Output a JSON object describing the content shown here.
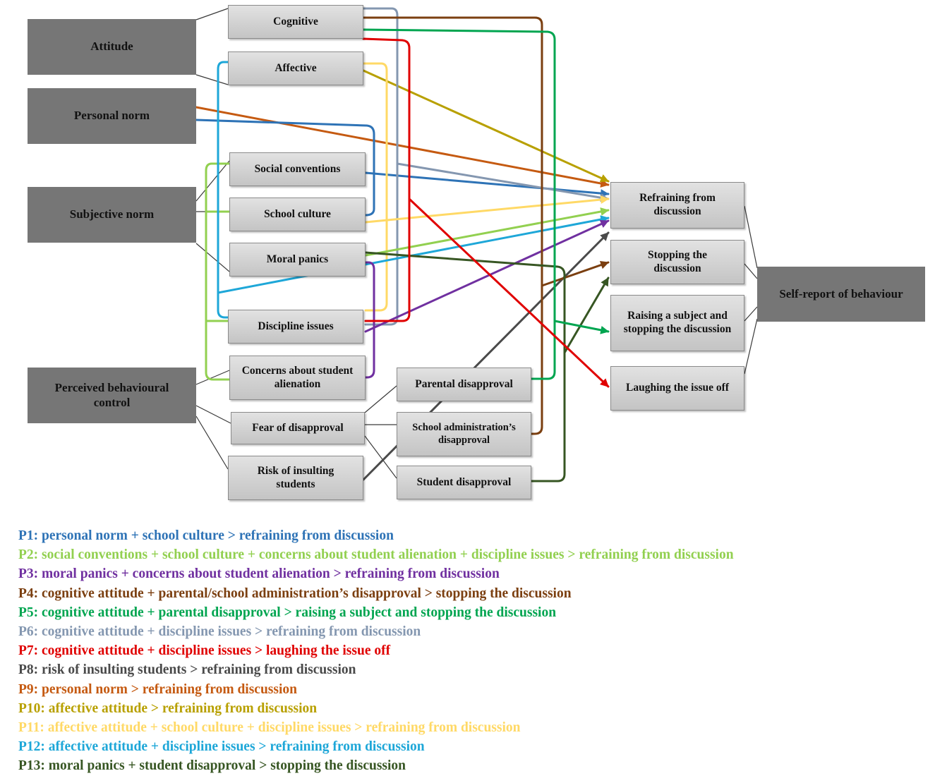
{
  "nodes": {
    "attitude": "Attitude",
    "personal_norm": "Personal norm",
    "subjective_norm": "Subjective norm",
    "perceived_behavioural_control": "Perceived behavioural control",
    "cognitive": "Cognitive",
    "affective": "Affective",
    "social_conventions": "Social conventions",
    "school_culture": "School culture",
    "moral_panics": "Moral panics",
    "discipline_issues": "Discipline issues",
    "concerns_student_alienation": "Concerns about student alienation",
    "fear_of_disapproval": "Fear of disapproval",
    "risk_of_insulting_students": "Risk of insulting students",
    "parental_disapproval": "Parental disapproval",
    "school_administration_disapproval": "School administration’s disapproval",
    "student_disapproval": "Student disapproval",
    "refraining_from_discussion": "Refraining from discussion",
    "stopping_the_discussion": "Stopping the discussion",
    "raising_subject_stopping": "Raising a subject and stopping the discussion",
    "laughing_issue_off": "Laughing the issue off",
    "self_report": "Self-report of behaviour"
  },
  "legend": [
    {
      "text": "P1: personal norm + school culture > refraining from discussion",
      "color": "#2e73b6"
    },
    {
      "text": "P2: social conventions + school culture + concerns about student alienation + discipline issues > refraining from discussion",
      "color": "#92d050"
    },
    {
      "text": "P3: moral panics + concerns about student alienation > refraining from discussion",
      "color": "#7030a0"
    },
    {
      "text": "P4: cognitive attitude + parental/school administration’s disapproval > stopping the discussion",
      "color": "#7b3f10"
    },
    {
      "text": "P5: cognitive attitude + parental disapproval > raising a subject and stopping the discussion",
      "color": "#00a550"
    },
    {
      "text": "P6: cognitive attitude + discipline issues > refraining from discussion",
      "color": "#8497b0"
    },
    {
      "text": "P7: cognitive attitude + discipline issues > laughing the issue off",
      "color": "#e00000"
    },
    {
      "text": "P8: risk of insulting students > refraining from discussion",
      "color": "#4a4a4a"
    },
    {
      "text": "P9: personal norm > refraining from discussion",
      "color": "#c55a11"
    },
    {
      "text": "P10: affective attitude > refraining from discussion",
      "color": "#b8a000"
    },
    {
      "text": "P11: affective attitude + school culture + discipline issues > refraining from discussion",
      "color": "#ffd966"
    },
    {
      "text": "P12: affective attitude + discipline issues > refraining from discussion",
      "color": "#1ea7d8"
    },
    {
      "text": "P13: moral panics + student disapproval > stopping the discussion",
      "color": "#375623"
    }
  ]
}
